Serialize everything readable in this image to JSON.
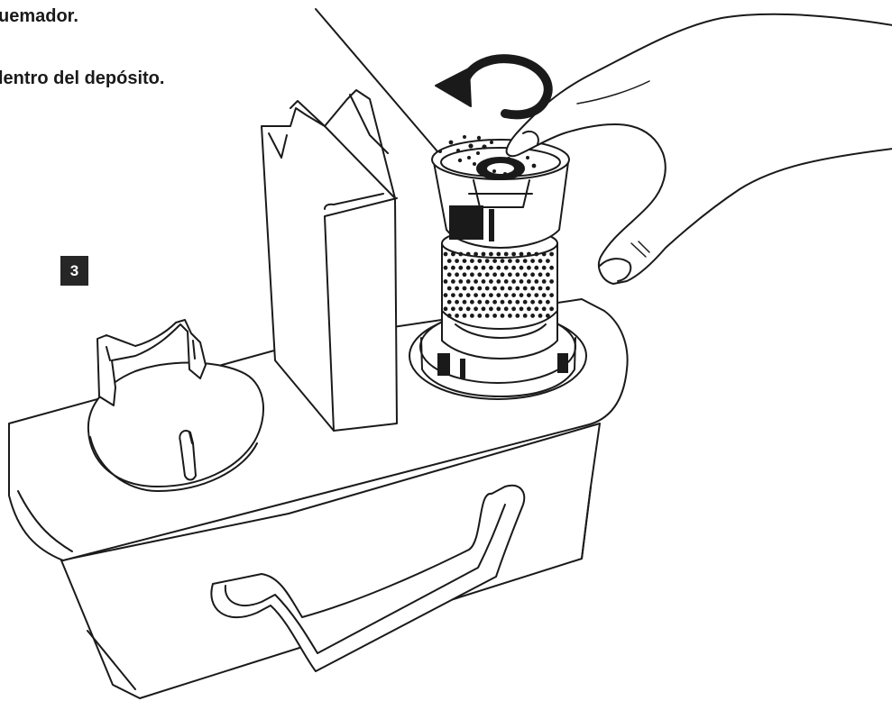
{
  "instructions": [
    "uemador.",
    "lentro del depósito."
  ],
  "step": {
    "number": "3"
  },
  "illustration": {
    "line_color": "#1a1a1a",
    "fill_color": "#ffffff",
    "accent_color": "#1a1a1a"
  }
}
